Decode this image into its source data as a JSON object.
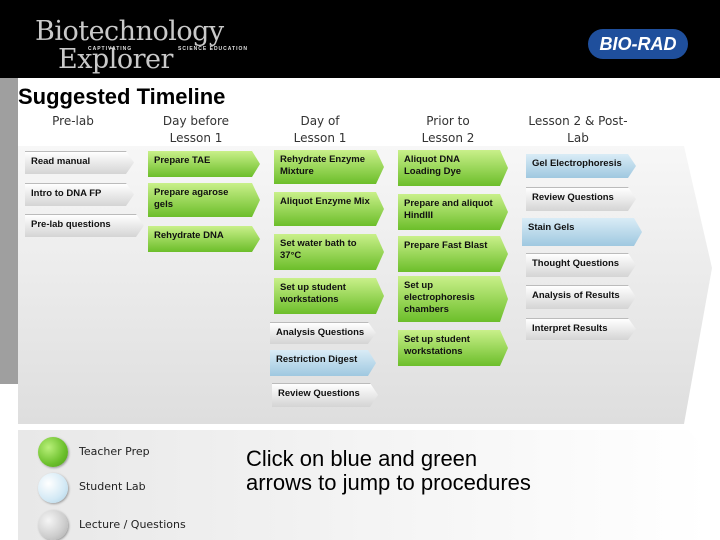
{
  "header": {
    "brand_line1": "Biotechnology",
    "brand_line2": "Explorer",
    "tagline_left": "CAPTIVATING",
    "tagline_right": "SCIENCE EDUCATION",
    "logo": "BIO-RAD"
  },
  "title": "Suggested Timeline",
  "columns": [
    {
      "label": "Pre-lab"
    },
    {
      "label": "Day before Lesson 1"
    },
    {
      "label": "Day of Lesson 1"
    },
    {
      "label": "Prior to Lesson 2"
    },
    {
      "label": "Lesson 2 & Post-Lab"
    }
  ],
  "steps": {
    "prelab": [
      "Read manual",
      "Intro to DNA FP",
      "Pre-lab questions"
    ],
    "daybefore": [
      "Prepare TAE",
      "Prepare agarose gels",
      "Rehydrate DNA"
    ],
    "dayof": [
      "Rehydrate Enzyme Mixture",
      "Aliquot Enzyme Mix",
      "Set water bath to 37°C",
      "Set up student workstations",
      "Analysis Questions",
      "Restriction Digest",
      "Review Questions"
    ],
    "prior2": [
      "Aliquot DNA Loading Dye",
      "Prepare and aliquot HindIII",
      "Prepare Fast Blast",
      "Set up electrophoresis chambers",
      "Set up student workstations"
    ],
    "lesson2": [
      "Gel Electrophoresis",
      "Review Questions",
      "Stain Gels",
      "Thought Questions",
      "Analysis of Results",
      "Interpret Results"
    ]
  },
  "legend": [
    {
      "label": "Teacher Prep",
      "color": "#6cc02c"
    },
    {
      "label": "Student Lab",
      "color": "#cfe6f3"
    },
    {
      "label": "Lecture / Questions",
      "color": "#c9c9c9"
    }
  ],
  "note": "Click on blue and green arrows to jump to procedures"
}
